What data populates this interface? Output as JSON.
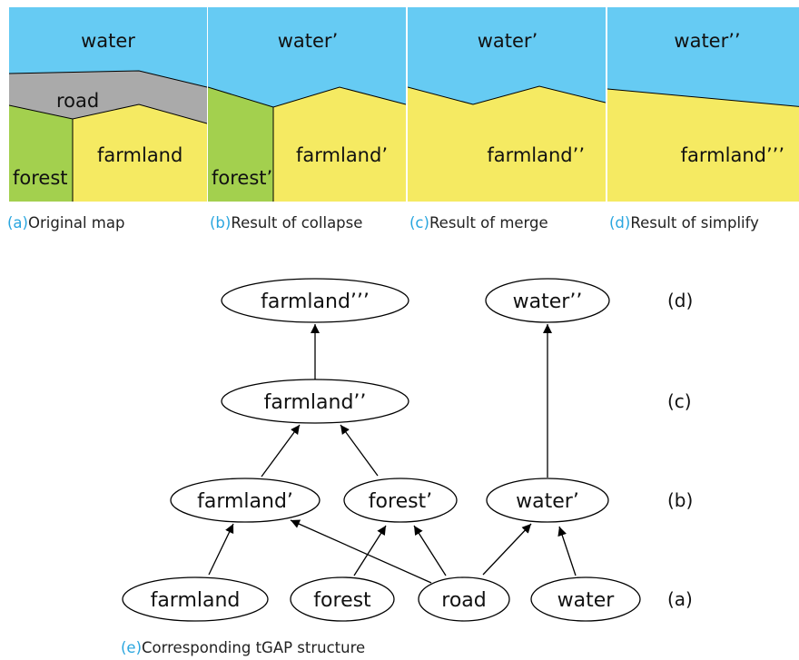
{
  "colors": {
    "water": "#66cbf3",
    "road": "#aaaaaa",
    "forest": "#a3d04e",
    "farmland": "#f5ea62",
    "caption_tag": "#2aa6df"
  },
  "panels": [
    {
      "id": "a",
      "labels": {
        "water": "water",
        "road": "road",
        "forest": "forest",
        "farmland": "farmland"
      },
      "caption_tag": "(a)",
      "caption_text": "Original map"
    },
    {
      "id": "b",
      "labels": {
        "water": "water’",
        "forest": "forest’",
        "farmland": "farmland’"
      },
      "caption_tag": "(b)",
      "caption_text": "Result of collapse"
    },
    {
      "id": "c",
      "labels": {
        "water": "water’",
        "farmland": "farmland’’"
      },
      "caption_tag": "(c)",
      "caption_text": "Result of merge"
    },
    {
      "id": "d",
      "labels": {
        "water": "water’’",
        "farmland": "farmland’’’"
      },
      "caption_tag": "(d)",
      "caption_text": "Result of simplify"
    }
  ],
  "tree": {
    "nodes": {
      "farmland3": "farmland’’’",
      "water2": "water’’",
      "farmland2": "farmland’’",
      "farmland1": "farmland’",
      "forest1": "forest’",
      "water1": "water’",
      "farmland": "farmland",
      "forest": "forest",
      "road": "road",
      "water": "water"
    },
    "levels": [
      "(d)",
      "(c)",
      "(b)",
      "(a)"
    ],
    "caption_tag": "(e)",
    "caption_text": "Corresponding tGAP structure"
  }
}
